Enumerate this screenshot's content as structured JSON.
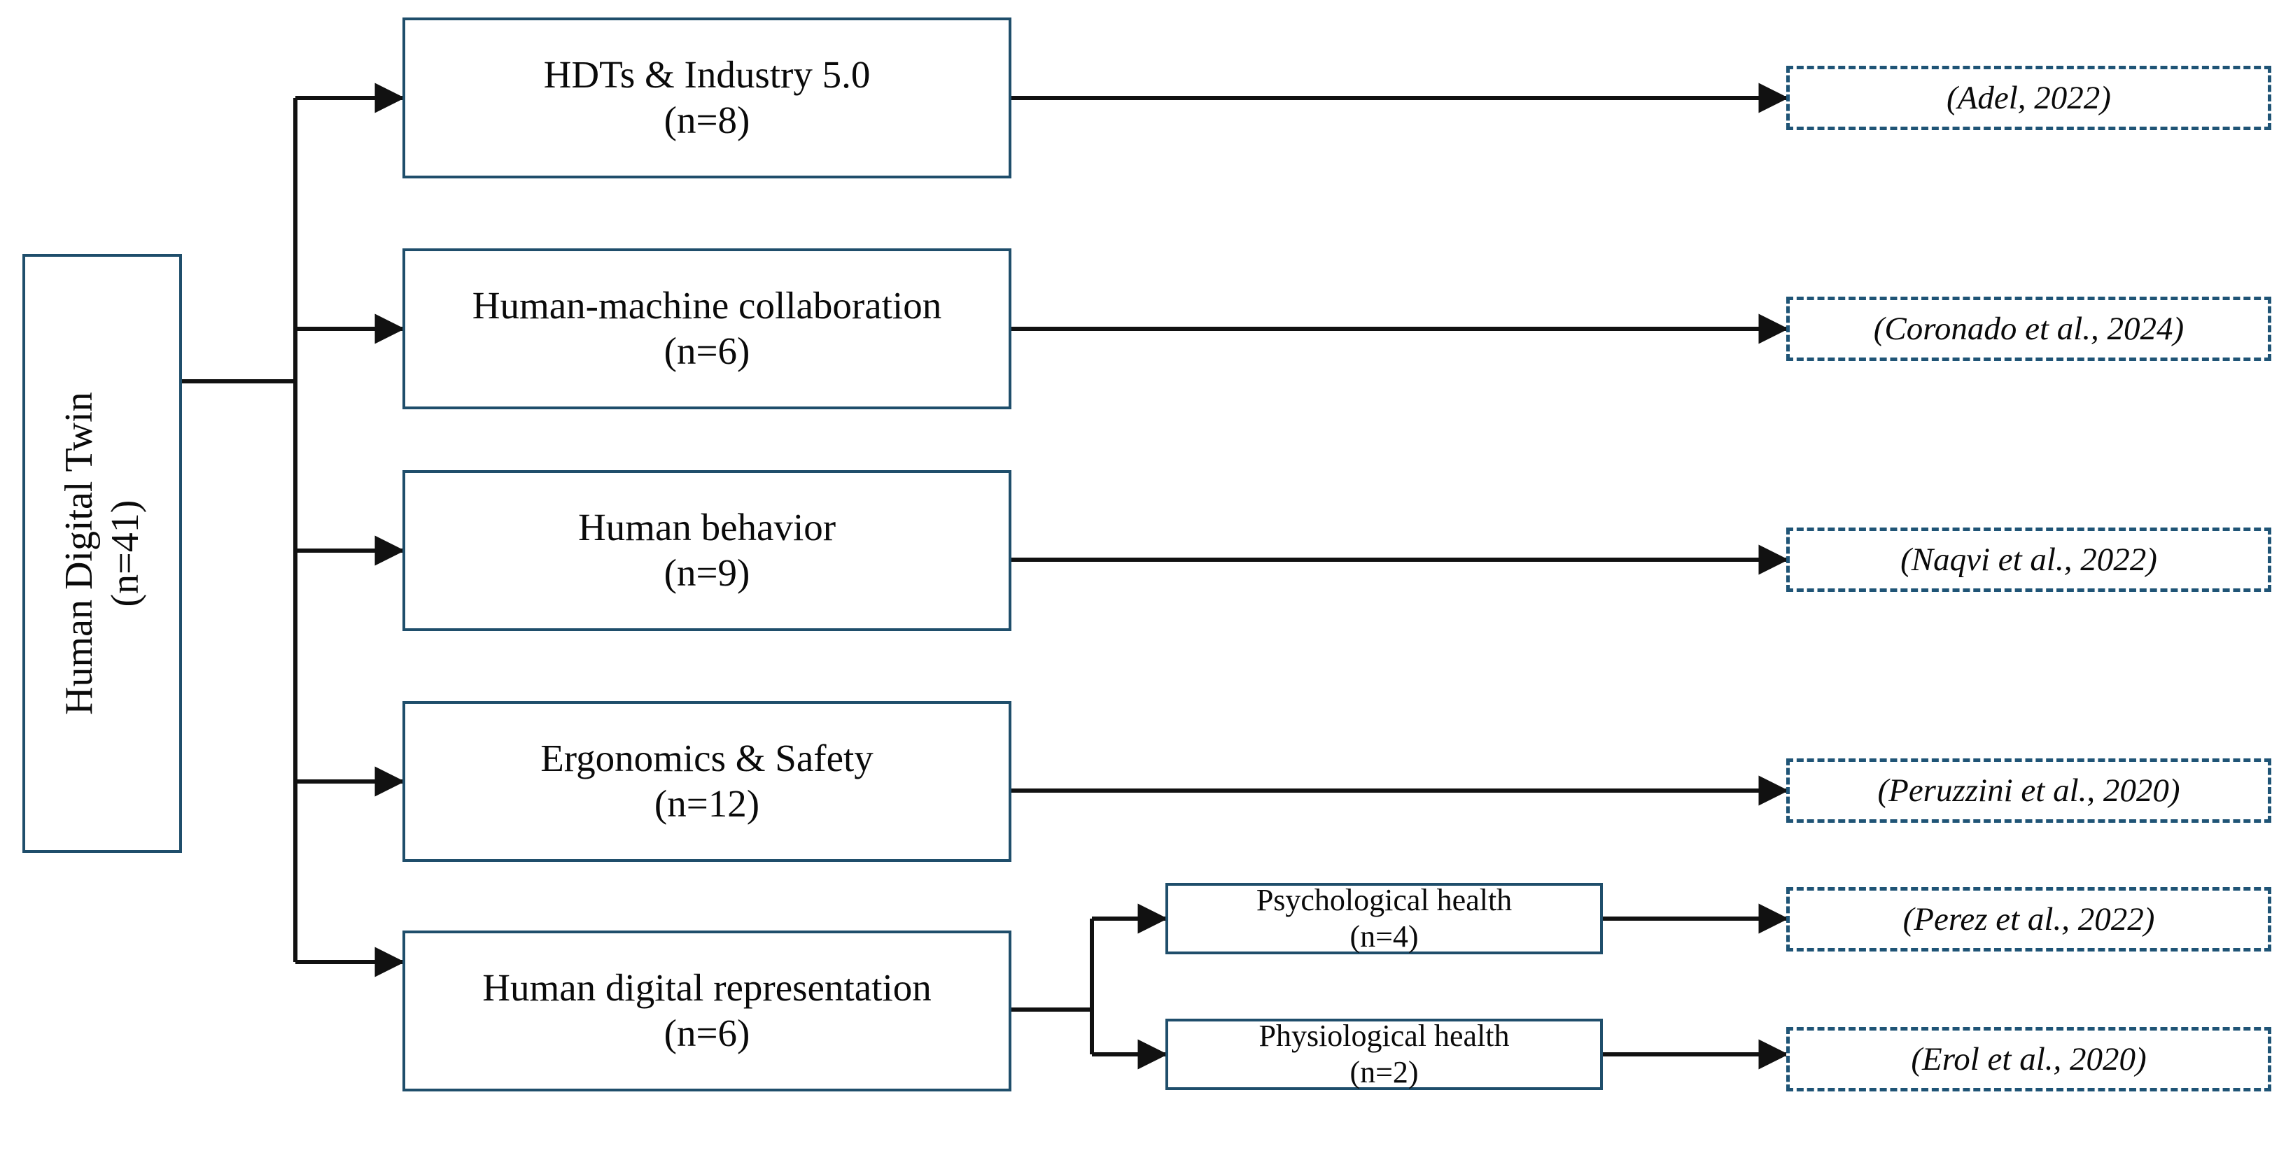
{
  "diagram": {
    "type": "tree",
    "title": "Human Digital Twin research taxonomy",
    "colors": {
      "node_border": "#1f4e6b",
      "citation_border": "#1f5476",
      "connector": "#111111",
      "background": "#ffffff",
      "text": "#0a0a0a"
    },
    "root": {
      "label": "Human Digital Twin",
      "count": "(n=41)",
      "orientation": "vertical-text"
    },
    "categories": [
      {
        "label": "HDTs & Industry 5.0",
        "count": "(n=8)"
      },
      {
        "label": "Human-machine collaboration",
        "count": "(n=6)"
      },
      {
        "label": "Human behavior",
        "count": "(n=9)"
      },
      {
        "label": "Ergonomics & Safety",
        "count": "(n=12)"
      },
      {
        "label": "Human digital representation",
        "count": "(n=6)"
      }
    ],
    "subcategories": [
      {
        "label": "Psychological health",
        "count": "(n=4)"
      },
      {
        "label": "Physiological health",
        "count": "(n=2)"
      }
    ],
    "citations": [
      {
        "text": "(Adel, 2022)"
      },
      {
        "text": "(Coronado et al., 2024)"
      },
      {
        "text": "(Naqvi et al., 2022)"
      },
      {
        "text": "(Peruzzini et al., 2020)"
      },
      {
        "text": "(Perez et al., 2022)"
      },
      {
        "text": "(Erol et al., 2020)"
      }
    ]
  }
}
